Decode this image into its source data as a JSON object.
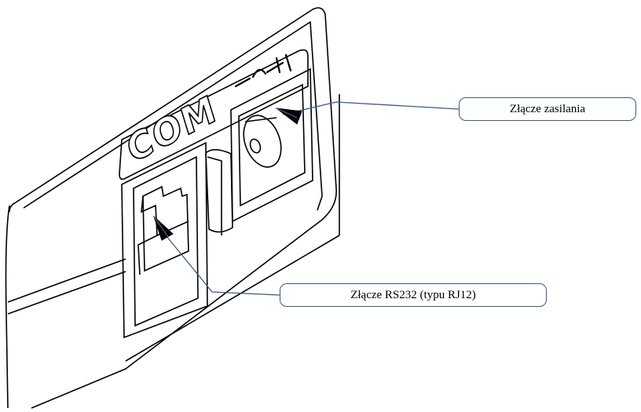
{
  "device": {
    "panel_text": "COM"
  },
  "callouts": {
    "power_connector": {
      "label": "Złącze zasilania"
    },
    "rs232_connector": {
      "label": "Złącze RS232 (typu RJ12)"
    }
  },
  "colors": {
    "leader_line": "#3b5a86",
    "callout_border": "#3b5a86",
    "outline": "#000000"
  }
}
